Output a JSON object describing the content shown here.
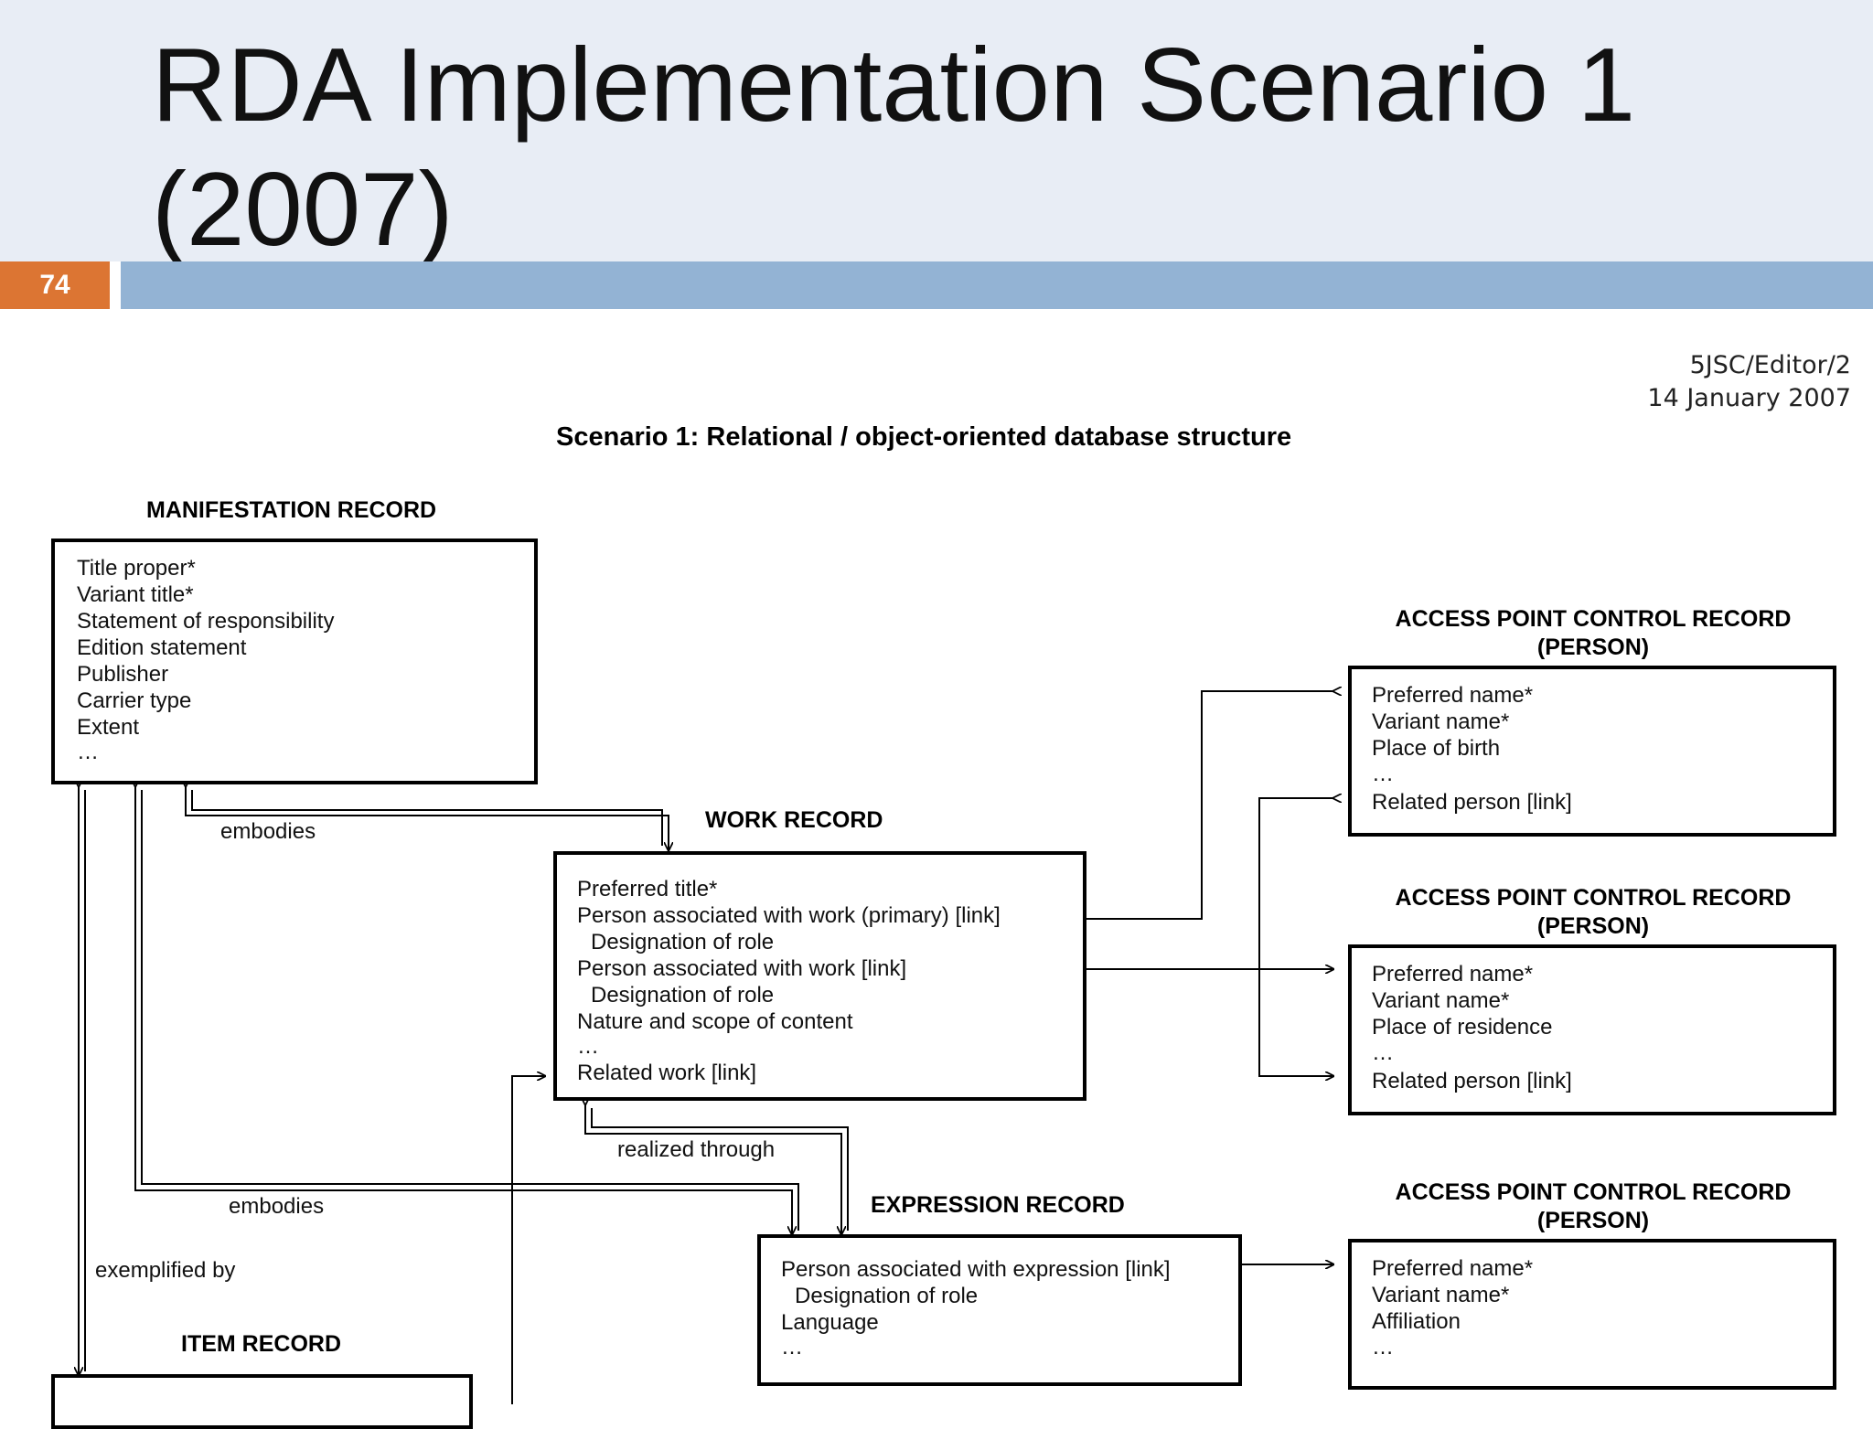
{
  "slide": {
    "title_line1": "RDA Implementation Scenario 1",
    "title_line2": "(2007)",
    "number": "74",
    "doc_ref": "5JSC/Editor/2",
    "doc_date": "14 January 2007",
    "caption": "Scenario 1:  Relational / object-oriented database structure"
  },
  "manifestation": {
    "title": "MANIFESTATION RECORD",
    "fields": [
      "Title proper*",
      "Variant title*",
      "Statement of responsibility",
      "Edition statement",
      "Publisher",
      "Carrier type",
      "Extent",
      "…"
    ]
  },
  "work": {
    "title": "WORK RECORD",
    "fields": [
      "Preferred  title*",
      "Person associated with work (primary) [link]",
      "Designation of role",
      "Person associated with work  [link]",
      "Designation of role",
      "Nature and scope of content",
      "…",
      "Related work [link]"
    ]
  },
  "expression": {
    "title": "EXPRESSION RECORD",
    "fields": [
      "Person associated with expression [link]",
      "Designation of role",
      "Language",
      "…"
    ]
  },
  "item": {
    "title": "ITEM RECORD"
  },
  "access_points": [
    {
      "title_line1": "ACCESS POINT CONTROL RECORD",
      "title_line2": "(PERSON)",
      "fields": [
        "Preferred name*",
        "Variant name*",
        "Place of birth",
        "…",
        "Related person [link]"
      ]
    },
    {
      "title_line1": "ACCESS POINT CONTROL RECORD",
      "title_line2": "(PERSON)",
      "fields": [
        "Preferred name*",
        "Variant name*",
        "Place of residence",
        "…",
        "Related person [link]"
      ]
    },
    {
      "title_line1": "ACCESS POINT CONTROL RECORD",
      "title_line2": "(PERSON)",
      "fields": [
        "Preferred name*",
        "Variant name*",
        "Affiliation",
        "…"
      ]
    }
  ],
  "relationships": {
    "embodies_work": "embodies",
    "embodies_expression": "embodies",
    "realized_through": "realized through",
    "exemplified_by": "exemplified by"
  }
}
